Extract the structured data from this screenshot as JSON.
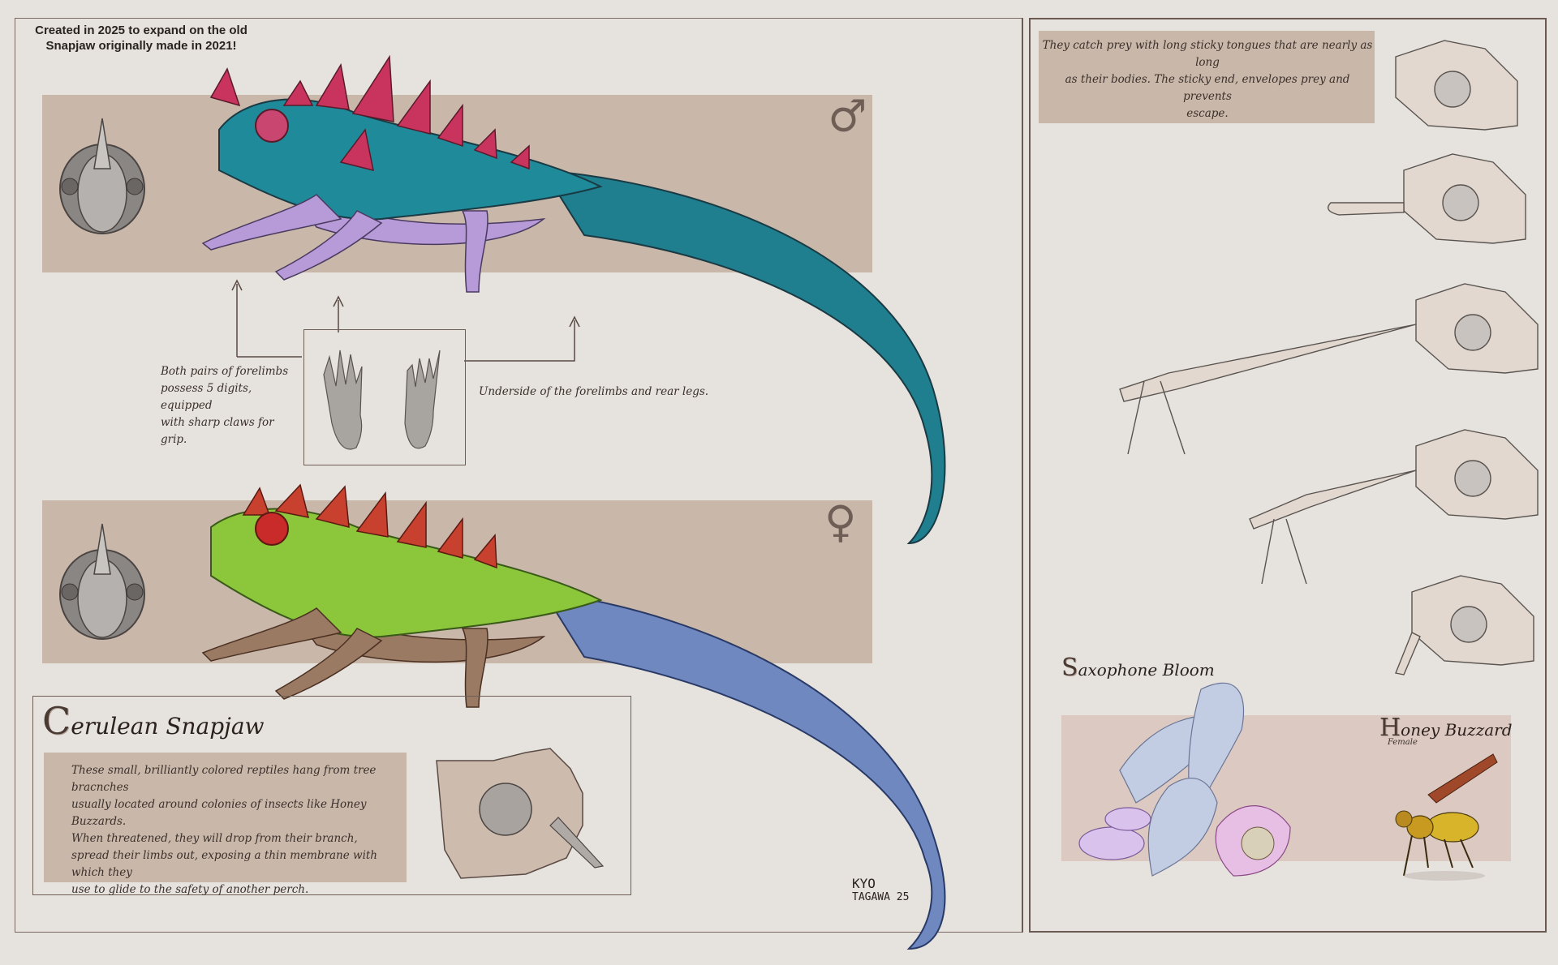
{
  "header_note": {
    "line1": "Created  in 2025 to expand on the old",
    "line2": "Snapjaw originally made in 2021!"
  },
  "male_symbol": "♂",
  "female_symbol": "♀",
  "limbs_note": {
    "left": [
      "Both pairs of forelimbs",
      "possess 5 digits, equipped",
      "with sharp claws for",
      "grip."
    ],
    "right": "Underside of the forelimbs and rear legs."
  },
  "species": {
    "title_initial": "C",
    "title_rest": "erulean Snapjaw",
    "description": [
      "These small, brilliantly colored reptiles hang from tree bracnches",
      "usually located around colonies of insects like Honey Buzzards.",
      "When threatened, they will drop from their branch,",
      "spread their limbs out, exposing a thin membrane with which they",
      "use to glide to  the safety of another perch."
    ]
  },
  "tongue_note": [
    "They catch prey with long sticky tongues that are nearly as long",
    "as their bodies. The sticky end, envelopes prey and  prevents",
    "escape."
  ],
  "saxophone_bloom": {
    "initial": "S",
    "rest": "axophone Bloom"
  },
  "honey_buzzard": {
    "initial": "H",
    "rest": "oney Buzzard",
    "sub": "Female"
  },
  "signature": {
    "line1": "KYO",
    "line2": "TAGAWA 25"
  },
  "colors": {
    "background": "#e6e2dd",
    "band": "#c9b8aa",
    "male_body": "#1f8a9a",
    "male_belly": "#b79ad8",
    "male_spikes": "#c9345e",
    "female_body": "#8cc63a",
    "female_belly": "#9a7a62",
    "female_spikes": "#c8412f",
    "tail_blue": "#6f88c0"
  }
}
